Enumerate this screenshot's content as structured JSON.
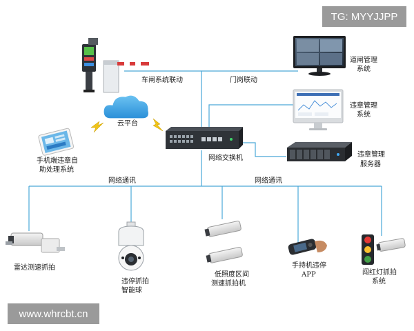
{
  "watermarks": {
    "top_right": "TG: MYYJJPP",
    "bottom_left": "www.whrcbt.cn"
  },
  "cloud": {
    "label": "云平台"
  },
  "links": {
    "barrier_link": "车闸系统联动",
    "gate_link": "门岗联动",
    "network_left": "网络通讯",
    "network_right": "网络通讯"
  },
  "devices": {
    "switch": "网络交换机",
    "road_gate_mgmt": [
      "道闸管理",
      "系统"
    ],
    "violation_mgmt": [
      "违章管理",
      "系统"
    ],
    "violation_server": [
      "违章管理",
      "服务器"
    ],
    "mobile_terminal": [
      "手机端违章自",
      "助处理系统"
    ],
    "radar_camera": [
      "雷达测速抓拍"
    ],
    "dome_camera": [
      "违停抓拍",
      "智能球"
    ],
    "low_light_camera": [
      "低照度区间",
      "测速抓拍机"
    ],
    "handheld": [
      "手持机违停",
      "APP"
    ],
    "red_light": [
      "闯红灯抓拍",
      "系统"
    ]
  },
  "colors": {
    "line": "#4aa8d8",
    "cloud": "#3aa0e0",
    "switch": "#2f3338"
  }
}
